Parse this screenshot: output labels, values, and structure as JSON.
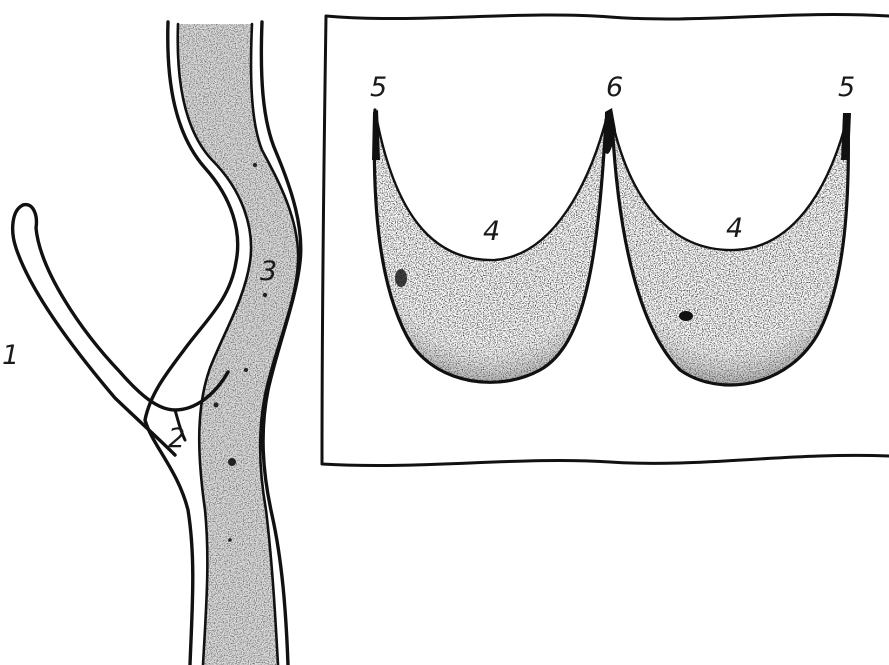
{
  "figure": {
    "labels": {
      "vessel_branch": "1",
      "branch_junction": "2",
      "vessel_wall": "3",
      "cusp_left": "4",
      "cusp_right": "4",
      "cusp_edge_left": "5",
      "commissure": "6",
      "cusp_edge_right": "5"
    }
  },
  "colors": {
    "ink": "#111111",
    "background": "#ffffff",
    "stipple": "#2a2a2a"
  }
}
